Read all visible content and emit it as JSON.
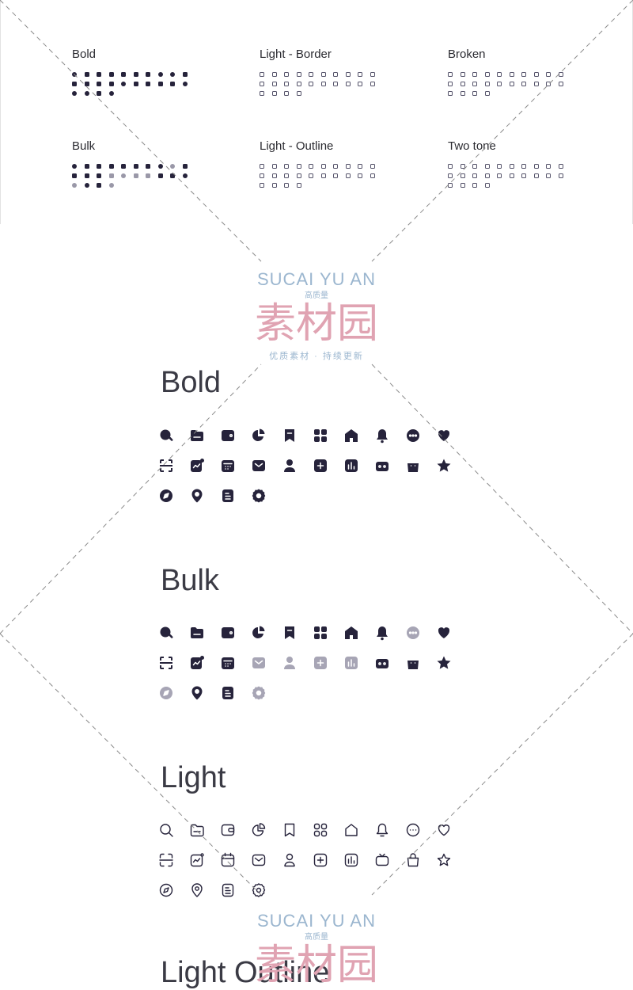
{
  "overview": {
    "labels": {
      "bold": "Bold",
      "light_border": "Light - Border",
      "broken": "Broken",
      "bulk": "Bulk",
      "light_outline": "Light - Outline",
      "two_tone": "Two tone"
    }
  },
  "sections": [
    {
      "title": "Bold",
      "style": "bold"
    },
    {
      "title": "Bulk",
      "style": "bulk"
    },
    {
      "title": "Light",
      "style": "light"
    },
    {
      "title": "Light Outline",
      "style": "light"
    }
  ],
  "icons": [
    "search-icon",
    "folder-icon",
    "wallet-icon",
    "chart-pie-icon",
    "bookmark-icon",
    "category-icon",
    "home-icon",
    "notification-icon",
    "chat-icon",
    "heart-icon",
    "scan-icon",
    "activity-icon",
    "calendar-icon",
    "message-icon",
    "profile-icon",
    "plus-icon",
    "graph-icon",
    "ticket-icon",
    "bag-icon",
    "star-icon",
    "discovery-icon",
    "location-icon",
    "document-icon",
    "setting-icon"
  ],
  "watermark": {
    "english": "SUCAI YU AN",
    "sub": "高质量",
    "chinese": "素材园",
    "tagline": "优质素材 · 持续更新"
  },
  "colors": {
    "icon": "#26233b",
    "bulk_secondary": "#a7a5b5",
    "watermark_blue": "#9bb6cf",
    "watermark_pink": "#e0a3b2"
  }
}
